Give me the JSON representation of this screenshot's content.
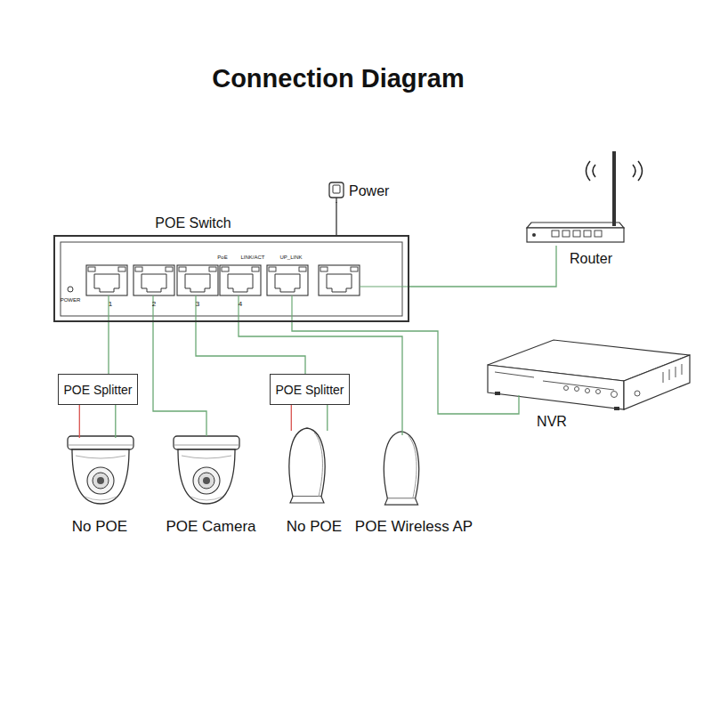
{
  "diagram": {
    "title": "Connection Diagram",
    "nodes": [
      {
        "text": [
          "Power"
        ]
      },
      {
        "text": [
          "POE Switch"
        ]
      },
      {
        "text": [
          "Router"
        ]
      },
      {
        "text": [
          "NVR"
        ]
      },
      {
        "text": [
          "POE Splitter"
        ]
      },
      {
        "text": [
          "No POE"
        ]
      },
      {
        "text": [
          "POE Camera"
        ]
      },
      {
        "text": [
          "POE Splitter"
        ]
      },
      {
        "text": [
          "No POE"
        ]
      },
      {
        "text": [
          "POE Wireless AP"
        ]
      }
    ],
    "edges": [
      {
        "from": 0,
        "to": 1,
        "arrow": "none"
      },
      {
        "from": 1,
        "to": 2,
        "arrow": "none"
      },
      {
        "from": 1,
        "to": 3,
        "arrow": "none"
      },
      {
        "from": 1,
        "to": 4,
        "arrow": "none"
      },
      {
        "from": 4,
        "to": 5,
        "arrow": "none"
      },
      {
        "from": 1,
        "to": 6,
        "arrow": "none"
      },
      {
        "from": 1,
        "to": 7,
        "arrow": "none"
      },
      {
        "from": 7,
        "to": 8,
        "arrow": "none"
      },
      {
        "from": 1,
        "to": 9,
        "arrow": "none"
      }
    ],
    "labels": [
      "PoE",
      "LINK/ACT",
      "UP_LINK",
      "1",
      "2",
      "3",
      "4",
      "POWER"
    ]
  }
}
